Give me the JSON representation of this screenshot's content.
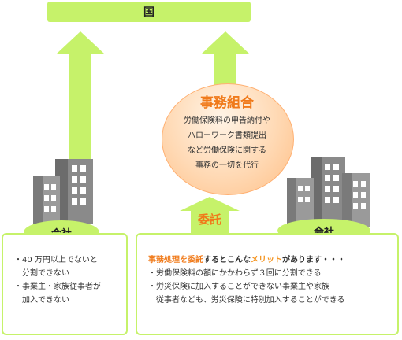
{
  "state": {
    "label": "国"
  },
  "organization": {
    "title": "事務組合",
    "description_lines": [
      "労働保険料の申告納付や",
      "ハローワーク書類提出",
      "など労働保険に関する",
      "事務の一切を代行"
    ]
  },
  "entrust": {
    "label": "委託"
  },
  "left_company": {
    "label": "会社",
    "notes": [
      "・40 万円以上でないと",
      "　分割できない",
      "・事業主・家族従事者が",
      "　加入できない"
    ]
  },
  "right_company": {
    "label": "会社",
    "intro": {
      "part1": "事務処理を委託",
      "part2": "するとこんな",
      "part3": "メリット",
      "part4": "があります・・・"
    },
    "merits": [
      "・労働保険料の額にかかわらず３回に分割できる",
      "・労災保険に加入することができない事業主や家族",
      "　従事者なども、労災保険に特別加入することができる"
    ]
  },
  "colors": {
    "green": "#c6f26a",
    "orange": "#f07a1a",
    "building": "#7a7a7a"
  }
}
